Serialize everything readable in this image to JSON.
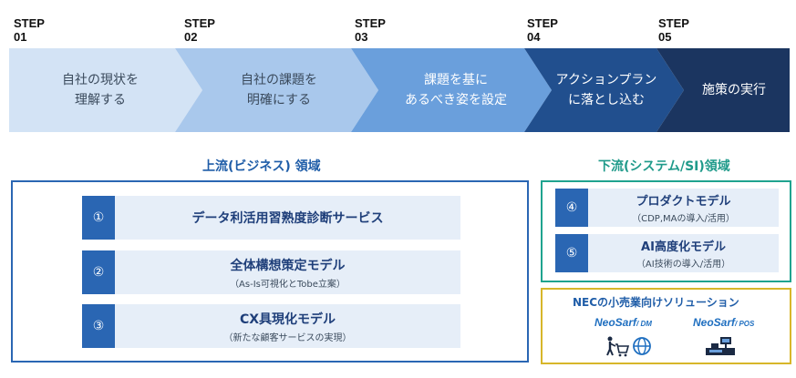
{
  "steps": [
    {
      "word": "STEP",
      "num": "01"
    },
    {
      "word": "STEP",
      "num": "02"
    },
    {
      "word": "STEP",
      "num": "03"
    },
    {
      "word": "STEP",
      "num": "04"
    },
    {
      "word": "STEP",
      "num": "05"
    }
  ],
  "process": [
    {
      "line1": "自社の現状を",
      "line2": "理解する"
    },
    {
      "line1": "自社の課題を",
      "line2": "明確にする"
    },
    {
      "line1": "課題を基に",
      "line2": "あるべき姿を設定"
    },
    {
      "line1": "アクションプラン",
      "line2": "に落とし込む"
    },
    {
      "line1": "施策の実行",
      "line2": ""
    }
  ],
  "upstream": {
    "title": "上流(ビジネス) 領域",
    "items": [
      {
        "num": "①",
        "title": "データ利活用習熟度診断サービス",
        "sub": ""
      },
      {
        "num": "②",
        "title": "全体構想策定モデル",
        "sub": "（As-Is可視化とTobe立案）"
      },
      {
        "num": "③",
        "title": "CX具現化モデル",
        "sub": "（新たな顧客サービスの実現）"
      }
    ]
  },
  "downstream": {
    "title": "下流(システム/SI)領域",
    "items": [
      {
        "num": "④",
        "title": "プロダクトモデル",
        "sub": "（CDP,MAの導入/活用）"
      },
      {
        "num": "⑤",
        "title": "AI高度化モデル",
        "sub": "（AI技術の導入/活用）"
      }
    ]
  },
  "retail": {
    "title": "NECの小売業向けソリューション",
    "products": [
      {
        "name": "NeoSarf",
        "suffix": "/ DM",
        "icon": "shopper-cart-globe-icon"
      },
      {
        "name": "NeoSarf",
        "suffix": "/ POS",
        "icon": "pos-register-icon"
      }
    ]
  },
  "colors": {
    "chevron1": "#d3e3f5",
    "chevron2": "#a9c8ec",
    "chevron3": "#6a9fdc",
    "chevron4": "#214f8e",
    "chevron5": "#1b3560",
    "upstream_border": "#2a66b3",
    "downstream_border": "#1fa38f",
    "retail_border": "#d7b62a"
  }
}
